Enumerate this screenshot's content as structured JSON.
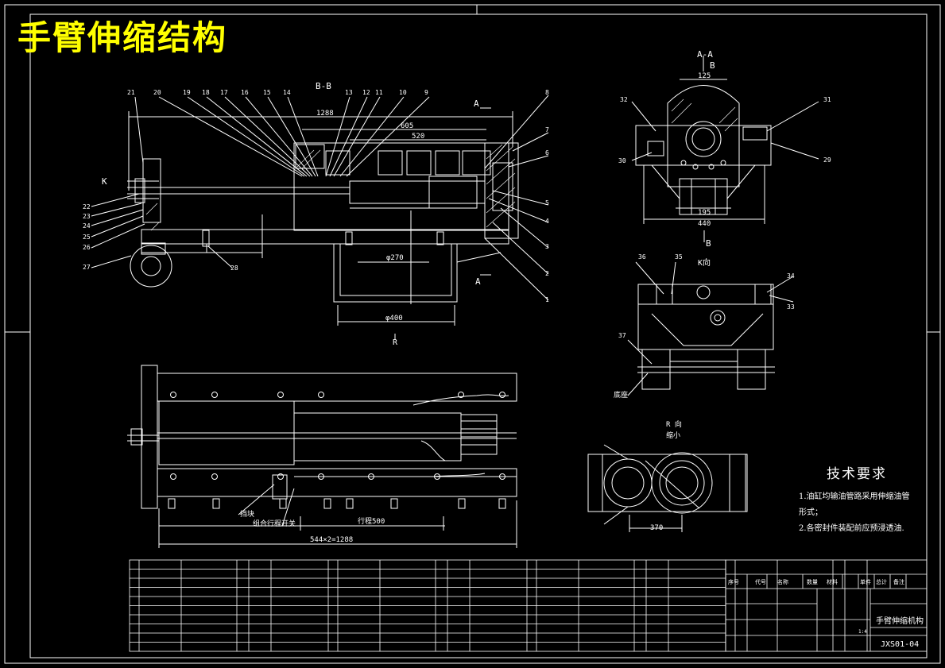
{
  "title": "手臂伸缩结构",
  "section_labels": {
    "bb": "B-B",
    "aa": "A-A",
    "a_top": "A",
    "a_bottom": "A",
    "b_top": "B",
    "b_bottom": "B",
    "k": "K",
    "r": "R",
    "k_view": "K向",
    "r_view": "R 向",
    "r_view_sub": "缩小"
  },
  "dimensions": {
    "d1288": "1288",
    "d605": "605",
    "d520": "520",
    "phi270": "φ270",
    "phi400": "φ400",
    "d125": "125",
    "d195": "195",
    "d440": "440",
    "d370": "370",
    "d544": "544×2=1288",
    "stroke": "行程500"
  },
  "part_numbers_top": [
    "21",
    "20",
    "19",
    "18",
    "17",
    "16",
    "15",
    "14",
    "13",
    "12",
    "11",
    "10",
    "9"
  ],
  "part_numbers_right": [
    "8",
    "7",
    "6",
    "5",
    "4",
    "3",
    "2",
    "1"
  ],
  "part_numbers_left": [
    "22",
    "23",
    "24",
    "25",
    "26",
    "27"
  ],
  "part_numbers_misc": [
    "28",
    "29",
    "30",
    "31",
    "32",
    "33",
    "34",
    "35",
    "36",
    "37"
  ],
  "annotations": {
    "limit": "挡块",
    "switch": "组合行程开关",
    "base": "底座"
  },
  "tech_requirements": {
    "heading": "技术要求",
    "items": [
      "1.油缸均输油管路采用伸缩油管",
      "形式；",
      "2.各密封件装配前应预浸透油."
    ]
  },
  "title_block": {
    "name": "手臂伸缩机构",
    "drawing_no": "JXS01-04",
    "scale": "1:4",
    "headers": [
      "序号",
      "代号",
      "名称",
      "数量",
      "材料",
      "单件",
      "总计",
      "备注"
    ]
  },
  "colors": {
    "line": "#ffffff",
    "title": "#ffff00",
    "background": "#000000"
  }
}
